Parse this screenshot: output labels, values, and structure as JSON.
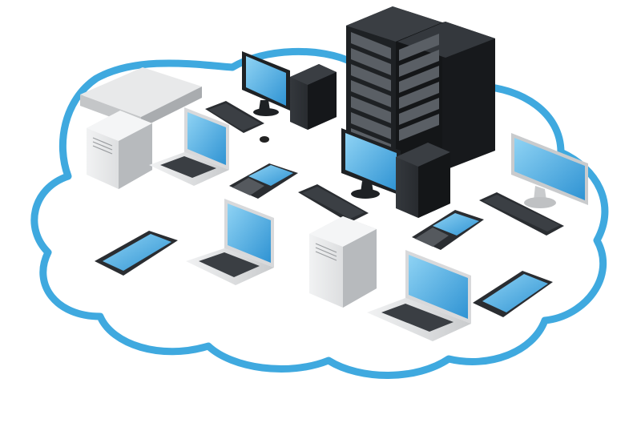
{
  "scene": {
    "caption": "",
    "colors": {
      "cloud_outline": "#3fa9df",
      "cloud_fill": "#ffffff",
      "screen": "#3fa6e0",
      "screen_light": "#7cc8ef",
      "dark_device": "#1f2226",
      "dark_device_side": "#111315",
      "silver": "#d9dadb",
      "silver_side": "#bfc1c3",
      "keyboard": "#2a2d31"
    },
    "devices": [
      {
        "kind": "rack-server",
        "icon": "server-rack-icon"
      },
      {
        "kind": "tower",
        "icon": "server-tower-icon"
      },
      {
        "kind": "desktop-monitor",
        "icon": "monitor-icon"
      },
      {
        "kind": "laptop",
        "icon": "laptop-icon"
      },
      {
        "kind": "smartphone",
        "icon": "smartphone-icon"
      },
      {
        "kind": "keyboard",
        "icon": "keyboard-icon"
      },
      {
        "kind": "network-switch",
        "icon": "switch-icon"
      }
    ]
  }
}
